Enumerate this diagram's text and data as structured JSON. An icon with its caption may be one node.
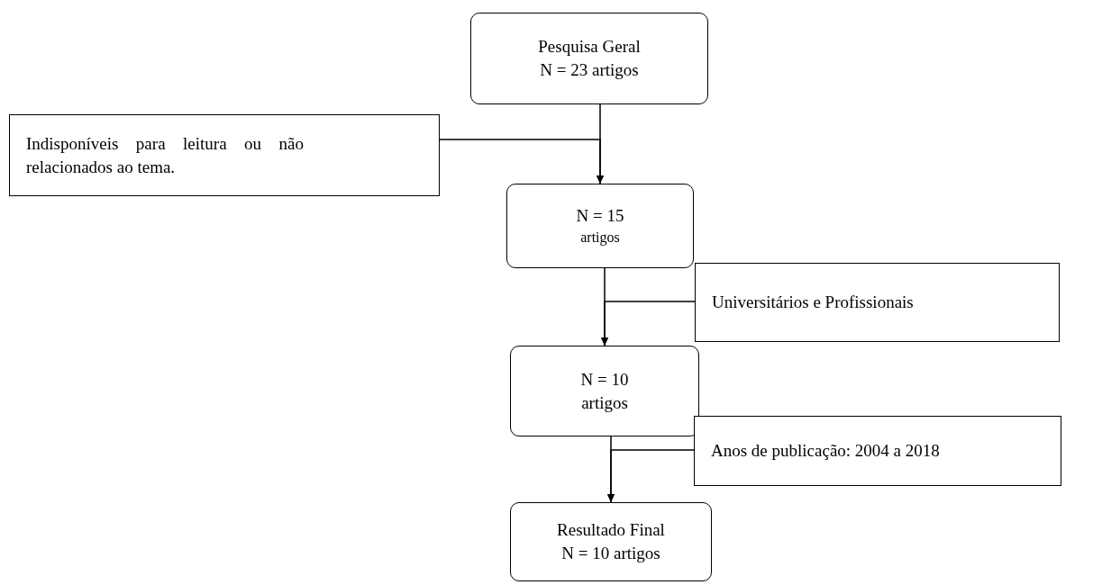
{
  "diagram": {
    "nodes": [
      {
        "text": [
          "Pesquisa Geral",
          "N = 23 artigos"
        ]
      },
      {
        "text": [
          "Indisponíveis para leitura ou não relacionados ao tema."
        ]
      },
      {
        "text": [
          "N = 15",
          "artigos"
        ]
      },
      {
        "text": [
          "Universitários e Profissionais"
        ]
      },
      {
        "text": [
          "N = 10",
          "artigos"
        ]
      },
      {
        "text": [
          "Anos de publicação: 2004 a 2018"
        ]
      },
      {
        "text": [
          "Resultado Final",
          "N = 10 artigos"
        ]
      }
    ],
    "edges": [
      {
        "from": 0,
        "to": 2,
        "arrow": "to"
      },
      {
        "from": 1,
        "to": 2,
        "arrow": "to"
      },
      {
        "from": 2,
        "to": 4,
        "arrow": "to"
      },
      {
        "from": 3,
        "to": 4,
        "arrow": "to"
      },
      {
        "from": 4,
        "to": 6,
        "arrow": "to"
      },
      {
        "from": 5,
        "to": 6,
        "arrow": "to"
      }
    ]
  }
}
